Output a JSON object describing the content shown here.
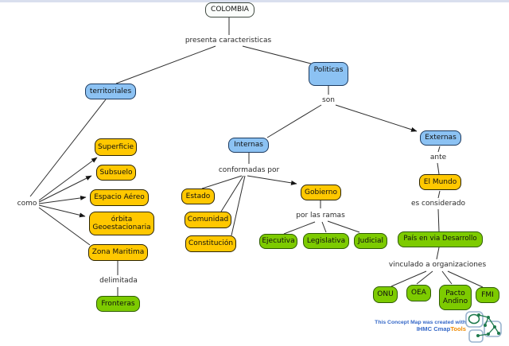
{
  "nodes": {
    "colombia": {
      "label": "COLOMBIA",
      "color": "white"
    },
    "territoriales": {
      "label": "territoriales",
      "color": "blue"
    },
    "politicas": {
      "label": "Politicas",
      "color": "blue"
    },
    "internas": {
      "label": "Internas",
      "color": "blue"
    },
    "externas": {
      "label": "Externas",
      "color": "blue"
    },
    "superficie": {
      "label": "Superficie",
      "color": "yellow"
    },
    "subsuelo": {
      "label": "Subsuelo",
      "color": "yellow"
    },
    "espacio": {
      "label": "Espacio Aéreo",
      "color": "yellow"
    },
    "orbita": {
      "label": "órbita Geoestacionaria",
      "color": "yellow"
    },
    "zona": {
      "label": "Zona Maritima",
      "color": "yellow"
    },
    "fronteras": {
      "label": "Fronteras",
      "color": "green"
    },
    "estado": {
      "label": "Estado",
      "color": "yellow"
    },
    "comunidad": {
      "label": "Comunidad",
      "color": "yellow"
    },
    "constitucion": {
      "label": "Constitución",
      "color": "yellow"
    },
    "gobierno": {
      "label": "Gobierno",
      "color": "yellow"
    },
    "ejecutiva": {
      "label": "Ejecutiva",
      "color": "green"
    },
    "legislativa": {
      "label": "Legislativa",
      "color": "green"
    },
    "judicial": {
      "label": "Judicial",
      "color": "green"
    },
    "elmundo": {
      "label": "El Mundo",
      "color": "yellow"
    },
    "pais": {
      "label": "País en via Desarrollo",
      "color": "green"
    },
    "onu": {
      "label": "ONU",
      "color": "green"
    },
    "oea": {
      "label": "OEA",
      "color": "green"
    },
    "pacto": {
      "label": "Pacto Andino",
      "color": "green"
    },
    "fmi": {
      "label": "FMI",
      "color": "green"
    }
  },
  "link_labels": {
    "presenta": "presenta caracteristicas",
    "son": "son",
    "como": "como",
    "conformadas": "conformadas por",
    "ramas": "por las ramas",
    "ante": "ante",
    "considerado": "es considerado",
    "vinculado": "vinculado a organizaciones",
    "delimitada": "delimitada"
  },
  "edges": [
    {
      "from": "COLOMBIA",
      "label": "presenta caracteristicas",
      "to": [
        "territoriales",
        "Politicas"
      ],
      "arrow": false
    },
    {
      "from": "Politicas",
      "label": "son",
      "to": [
        "Internas",
        "Externas"
      ],
      "arrow": true
    },
    {
      "from": "territoriales",
      "label": "como",
      "to": [
        "Superficie",
        "Subsuelo",
        "Espacio Aéreo",
        "órbita Geoestacionaria",
        "Zona Maritima"
      ],
      "arrow": true
    },
    {
      "from": "Zona Maritima",
      "label": "delimitada",
      "to": [
        "Fronteras"
      ],
      "arrow": false
    },
    {
      "from": "Internas",
      "label": "conformadas por",
      "to": [
        "Estado",
        "Comunidad",
        "Constitución",
        "Gobierno"
      ],
      "arrow": true
    },
    {
      "from": "Gobierno",
      "label": "por las ramas",
      "to": [
        "Ejecutiva",
        "Legislativa",
        "Judicial"
      ],
      "arrow": false
    },
    {
      "from": "Externas",
      "label": "ante",
      "to": [
        "El Mundo"
      ],
      "arrow": false
    },
    {
      "from": "El Mundo",
      "label": "es considerado",
      "to": [
        "País en via Desarrollo"
      ],
      "arrow": false
    },
    {
      "from": "País en via Desarrollo",
      "label": "vinculado a organizaciones",
      "to": [
        "ONU",
        "OEA",
        "Pacto Andino",
        "FMI"
      ],
      "arrow": false
    }
  ],
  "colors": {
    "background": "#ffffff",
    "topbar": "#d9dfee",
    "line": "#2e2e2e",
    "blue_fill": "#8cc2f3",
    "yellow_fill": "#ffc800",
    "green_fill": "#7dcb00",
    "white_fill": "#fbfdfb",
    "credit_blue": "#3568c8",
    "credit_orange": "#f08a00"
  },
  "credit": {
    "line1": "This Concept Map was created with",
    "line2_prefix": "IHMC Cmap",
    "line2_suffix": "Tools"
  },
  "icons": {
    "logo": "cmaptools-logo"
  }
}
